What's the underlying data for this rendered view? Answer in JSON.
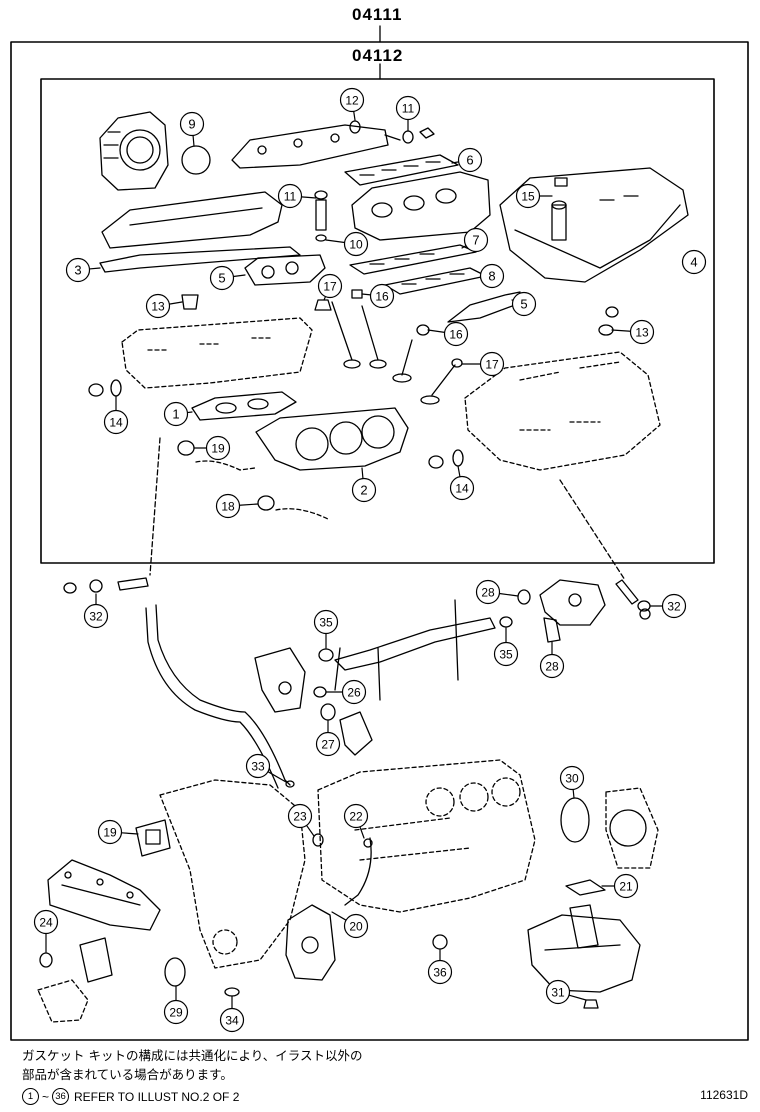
{
  "header": {
    "assembly_number": "04111",
    "subassembly_number": "04112"
  },
  "callouts": [
    {
      "id": "c9",
      "label": "9"
    },
    {
      "id": "c12",
      "label": "12"
    },
    {
      "id": "c11a",
      "label": "11"
    },
    {
      "id": "c6",
      "label": "6"
    },
    {
      "id": "c11b",
      "label": "11"
    },
    {
      "id": "c15",
      "label": "15"
    },
    {
      "id": "c10",
      "label": "10"
    },
    {
      "id": "c7",
      "label": "7"
    },
    {
      "id": "c3",
      "label": "3"
    },
    {
      "id": "c5a",
      "label": "5"
    },
    {
      "id": "c8",
      "label": "8"
    },
    {
      "id": "c4",
      "label": "4"
    },
    {
      "id": "c17a",
      "label": "17"
    },
    {
      "id": "c16a",
      "label": "16"
    },
    {
      "id": "c13a",
      "label": "13"
    },
    {
      "id": "c5b",
      "label": "5"
    },
    {
      "id": "c16b",
      "label": "16"
    },
    {
      "id": "c13b",
      "label": "13"
    },
    {
      "id": "c17b",
      "label": "17"
    },
    {
      "id": "c14a",
      "label": "14"
    },
    {
      "id": "c1",
      "label": "1"
    },
    {
      "id": "c19",
      "label": "19"
    },
    {
      "id": "c14b",
      "label": "14"
    },
    {
      "id": "c2",
      "label": "2"
    },
    {
      "id": "c18",
      "label": "18"
    },
    {
      "id": "c28a",
      "label": "28"
    },
    {
      "id": "c32a",
      "label": "32"
    },
    {
      "id": "c32b",
      "label": "32"
    },
    {
      "id": "c35a",
      "label": "35"
    },
    {
      "id": "c35b",
      "label": "35"
    },
    {
      "id": "c28b",
      "label": "28"
    },
    {
      "id": "c26",
      "label": "26"
    },
    {
      "id": "c27",
      "label": "27"
    },
    {
      "id": "c33",
      "label": "33"
    },
    {
      "id": "c30",
      "label": "30"
    },
    {
      "id": "c19b",
      "label": "19"
    },
    {
      "id": "c23",
      "label": "23"
    },
    {
      "id": "c22",
      "label": "22"
    },
    {
      "id": "c21",
      "label": "21"
    },
    {
      "id": "c20",
      "label": "20"
    },
    {
      "id": "c24",
      "label": "24"
    },
    {
      "id": "c36",
      "label": "36"
    },
    {
      "id": "c29",
      "label": "29"
    },
    {
      "id": "c34",
      "label": "34"
    },
    {
      "id": "c31",
      "label": "31"
    }
  ],
  "footer": {
    "note_line1": "ガスケット キットの構成には共通化により、イラスト以外の",
    "note_line2": "部品が含まれている場合があります。",
    "ref_start": "1",
    "ref_tilde": "~",
    "ref_end": "36",
    "ref_text": "REFER TO ILLUST NO.2 OF 2",
    "illustration_id": "112631D"
  }
}
